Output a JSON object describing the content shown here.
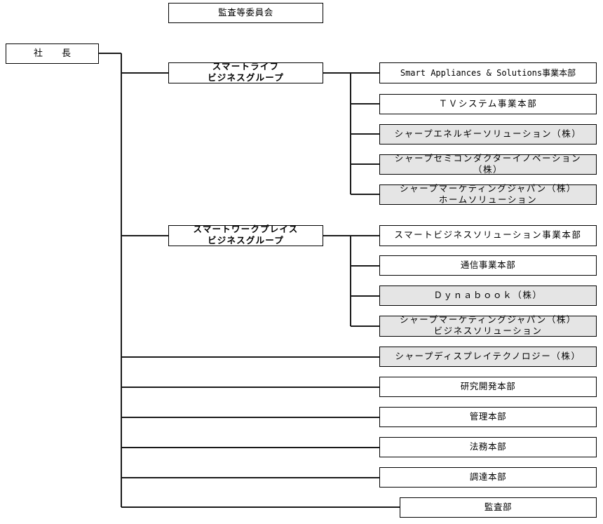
{
  "chart": {
    "title": "Organization Chart",
    "colors": {
      "line": "#1a1a1a",
      "box_border": "#000000",
      "box_fill_plain": "#ffffff",
      "box_fill_subsidiary": "#e5e5e5",
      "text": "#000000"
    }
  },
  "nodes": {
    "audit_committee": {
      "label": "監査等委員会"
    },
    "president": {
      "label": "社　長"
    },
    "group_smart_life": {
      "label": "スマートライフ\nビジネスグループ"
    },
    "group_smart_workplace": {
      "label": "スマートワークプレイス\nビジネスグループ"
    },
    "smart_appliances": {
      "label": "Smart Appliances & Solutions事業本部"
    },
    "tv_system": {
      "label": "ＴＶシステム事業本部"
    },
    "sharp_energy_solution": {
      "label": "シャープエネルギーソリューション（株）"
    },
    "sharp_semiconductor": {
      "label": "シャープセミコンダクターイノベーション（株）"
    },
    "smj_home_solution": {
      "label": "シャープマーケティングジャパン（株）\nホームソリューション"
    },
    "smart_business_solution": {
      "label": "スマートビジネスソリューション事業本部"
    },
    "communication": {
      "label": "通信事業本部"
    },
    "dynabook": {
      "label": "Ｄｙｎａｂｏｏｋ（株）"
    },
    "smj_business_solution": {
      "label": "シャープマーケティングジャパン（株）\nビジネスソリューション"
    },
    "sharp_display_technology": {
      "label": "シャープディスプレイテクノロジー（株）"
    },
    "rd_headquarters": {
      "label": "研究開発本部"
    },
    "admin_headquarters": {
      "label": "管理本部"
    },
    "legal_headquarters": {
      "label": "法務本部"
    },
    "procurement_headquarters": {
      "label": "調達本部"
    },
    "audit_department": {
      "label": "監査部"
    }
  }
}
